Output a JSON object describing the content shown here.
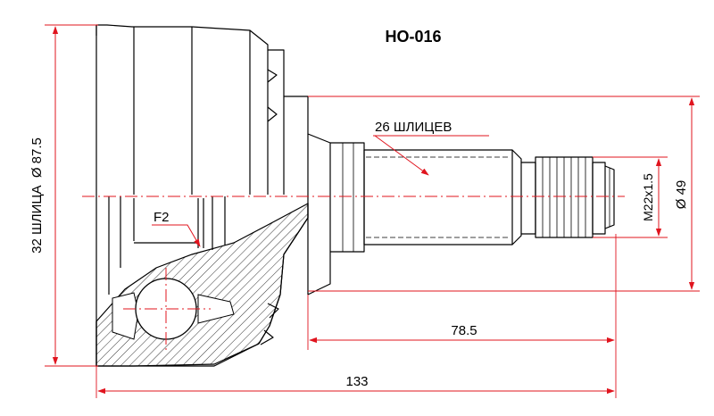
{
  "part_number": "HO-016",
  "labels": {
    "shaft_splines": "26 ШЛИЦЕВ",
    "flank": "F2",
    "thread": "M22x1.5",
    "outer_diameter": "Ø 49",
    "length_shaft": "78.5",
    "length_total": "133",
    "bell_spec": "32 ШЛИЦА  Ø 87.5"
  },
  "colors": {
    "line": "#000000",
    "dimension": "#e0141e"
  }
}
